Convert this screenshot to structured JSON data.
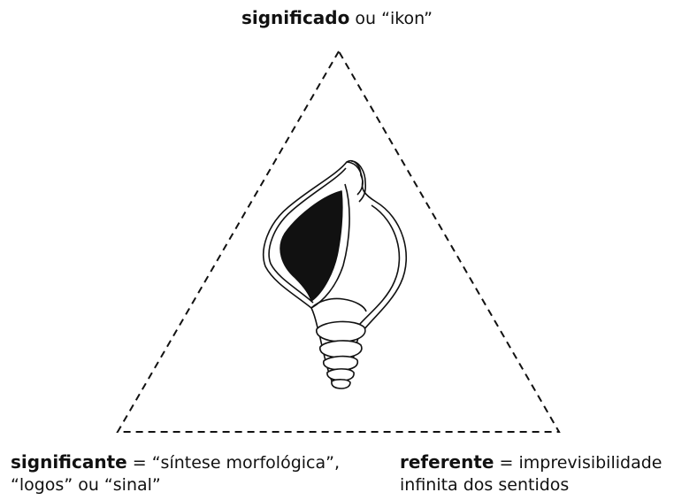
{
  "top": {
    "term": "significado",
    "rest": " ou “ikon”"
  },
  "left": {
    "term": "significante",
    "rest": " = “síntese morfológica”,",
    "line2": "“logos” ou “sinal”"
  },
  "right": {
    "term": "referente",
    "rest": " = imprevisibilidade",
    "line2": "infinita dos sentidos"
  },
  "icon": "seashell-icon"
}
